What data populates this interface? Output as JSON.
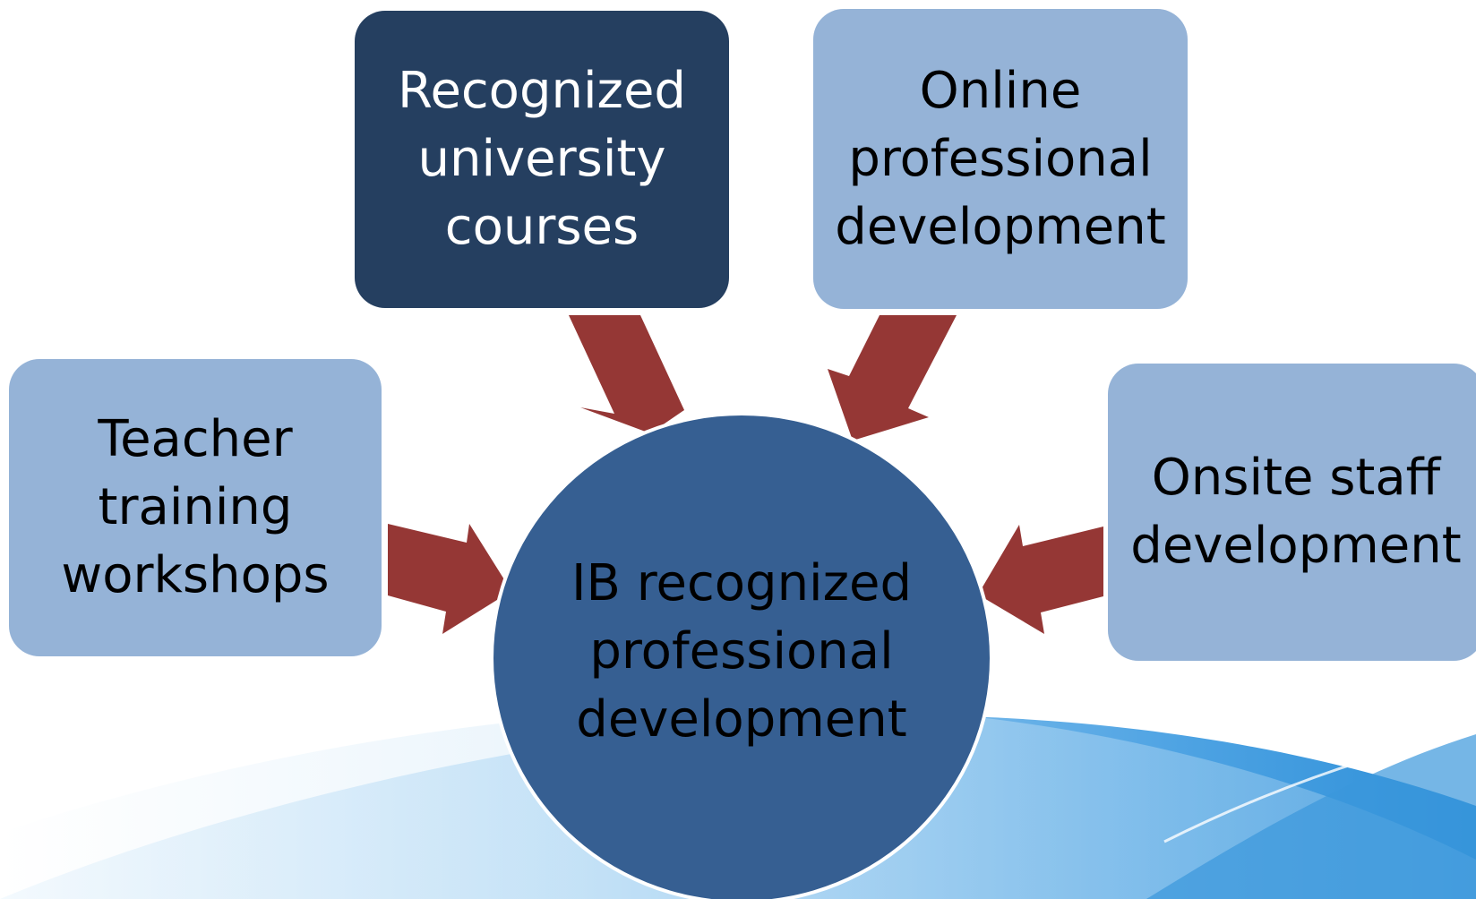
{
  "colors": {
    "light_box": "#95b3d7",
    "dark_box": "#253f60",
    "center": "#365f92",
    "arrow": "#953735"
  },
  "boxes": {
    "university": "Recognized\nuniversity\ncourses",
    "online": "Online\nprofessional\ndevelopment",
    "teacher": "Teacher\ntraining\nworkshops",
    "onsite": "Onsite staff\ndevelopment"
  },
  "center": {
    "label": "IB recognized\nprofessional\ndevelopment"
  }
}
